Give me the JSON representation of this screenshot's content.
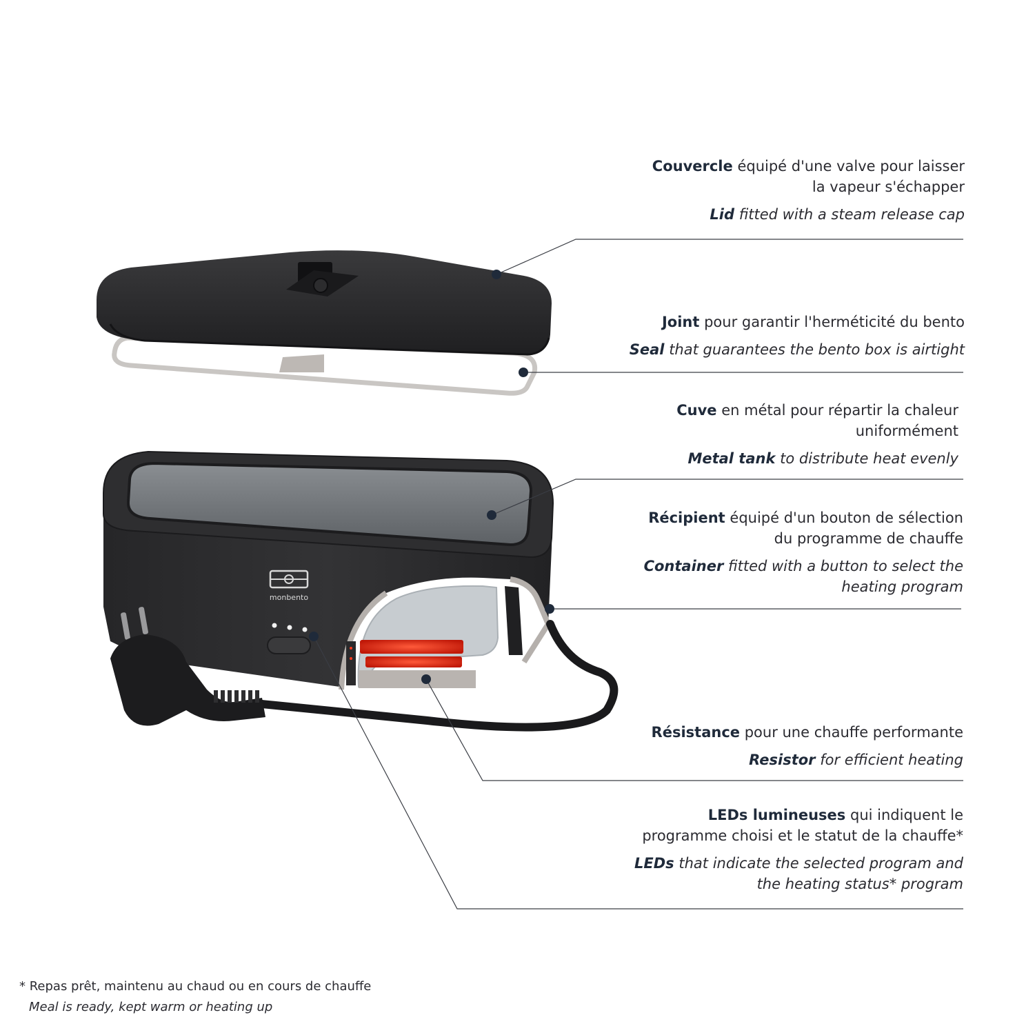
{
  "annotations": [
    {
      "id": "lid",
      "fr_bold": "Couvercle",
      "fr_lines": [
        "équipé d'une valve pour laisser",
        "la vapeur s'échapper"
      ],
      "en_bold": "Lid",
      "en_rest": "fitted with a steam release cap"
    },
    {
      "id": "seal",
      "fr_bold": "Joint",
      "fr_lines": [
        "pour garantir l'herméticité du bento"
      ],
      "en_bold": "Seal",
      "en_rest": "that guarantees the bento box is airtight"
    },
    {
      "id": "tank",
      "fr_bold": "Cuve",
      "fr_lines": [
        "en métal pour répartir la chaleur",
        "uniformément"
      ],
      "en_bold": "Metal tank",
      "en_rest": "to distribute heat evenly"
    },
    {
      "id": "container",
      "fr_bold": "Récipient",
      "fr_lines": [
        "équipé d'un bouton de sélection",
        "du programme de chauffe"
      ],
      "en_bold": "Container",
      "en_rest": "fitted with a button to select the heating program"
    },
    {
      "id": "resistor",
      "fr_bold": "Résistance",
      "fr_lines": [
        "pour une chauffe performante"
      ],
      "en_bold": "Resistor",
      "en_rest": "for efficient heating"
    },
    {
      "id": "leds",
      "fr_bold": "LEDs lumineuses",
      "fr_lines": [
        "qui indiquent le",
        "programme choisi et le statut de la chauffe*"
      ],
      "en_bold": "LEDs",
      "en_rest": "that indicate the selected program and the heating status* program"
    }
  ],
  "footnote": {
    "fr": "* Repas prêt, maintenu au chaud ou en cours de chauffe",
    "en": "Meal is ready, kept warm or heating up"
  },
  "brand": {
    "logo_text": "monbento"
  },
  "colors": {
    "body_black": "#2a2a2c",
    "tank_grey": "#6f7377",
    "heater_red": "#ff3a1e",
    "leader_line": "#3a3d44",
    "dot": "#1f2a3a",
    "text": "#2b2b31"
  }
}
